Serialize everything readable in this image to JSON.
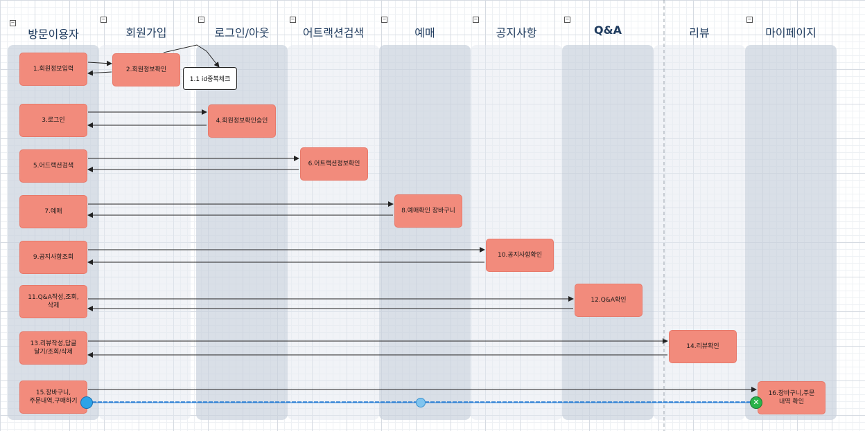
{
  "lanes": [
    "방문이용자",
    "회원가입",
    "로그인/아웃",
    "어트랙션검색",
    "예매",
    "공지사항",
    "Q&A",
    "리뷰",
    "마이페이지"
  ],
  "steps": {
    "s1": "1.회원정보입력",
    "s2": "2.회원정보확인",
    "s1_1": "1.1 id중복체크",
    "s3": "3.로그인",
    "s4": "4.회원정보확인승인",
    "s5": "5.어드랙션검색",
    "s6": "6.어트랙션정보확인",
    "s7": "7.예매",
    "s8": "8.예매확인 장바구니",
    "s9": "9.공지사항조회",
    "s10": "10.공지사항확인",
    "s11": "11.Q&A작성,조회,\n삭제",
    "s12": "12.Q&A확인",
    "s13": "13.리뷰작성,답글\n달기/조회/삭제",
    "s14": "14.리뷰확인",
    "s15": "15.장바구니,\n주문내역,구매하기",
    "s16": "16.장바구니,주문\n내역 확인"
  },
  "colors": {
    "box_fill": "#f28b7c",
    "lane_title": "#1f3b5e",
    "selection_line": "#2a7fd4",
    "handle_blue": "#2da3e8",
    "handle_green": "#2bb34a"
  }
}
